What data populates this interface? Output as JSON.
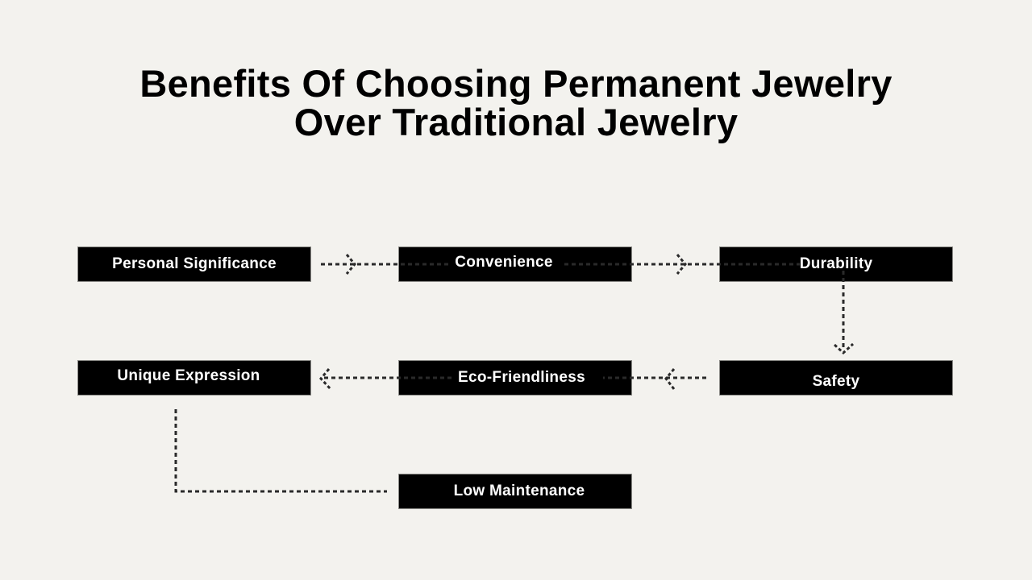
{
  "title": {
    "line1": "Benefits Of Choosing Permanent Jewelry",
    "line2": "Over Traditional Jewelry"
  },
  "colors": {
    "background": "#f3f2ee",
    "node_fill": "#000000",
    "node_text": "#ffffff",
    "connector": "#222222"
  },
  "nodes": [
    {
      "id": "personal-significance",
      "label": "Personal Significance",
      "row": 1,
      "col": 1
    },
    {
      "id": "convenience",
      "label": "Convenience",
      "row": 1,
      "col": 2
    },
    {
      "id": "durability",
      "label": "Durability",
      "row": 1,
      "col": 3
    },
    {
      "id": "safety",
      "label": "Safety",
      "row": 2,
      "col": 3
    },
    {
      "id": "eco-friendliness",
      "label": "Eco-Friendliness",
      "row": 2,
      "col": 2
    },
    {
      "id": "unique-expression",
      "label": "Unique Expression",
      "row": 2,
      "col": 1
    },
    {
      "id": "low-maintenance",
      "label": "Low Maintenance",
      "row": 3,
      "col": 2
    }
  ],
  "edges": [
    {
      "from": "personal-significance",
      "to": "convenience",
      "style": "dashed-arrow"
    },
    {
      "from": "convenience",
      "to": "durability",
      "style": "dashed-arrow"
    },
    {
      "from": "durability",
      "to": "safety",
      "style": "dashed-arrow"
    },
    {
      "from": "safety",
      "to": "eco-friendliness",
      "style": "dashed-arrow"
    },
    {
      "from": "eco-friendliness",
      "to": "unique-expression",
      "style": "dashed-arrow"
    },
    {
      "from": "unique-expression",
      "to": "low-maintenance",
      "style": "dashed-elbow"
    }
  ]
}
